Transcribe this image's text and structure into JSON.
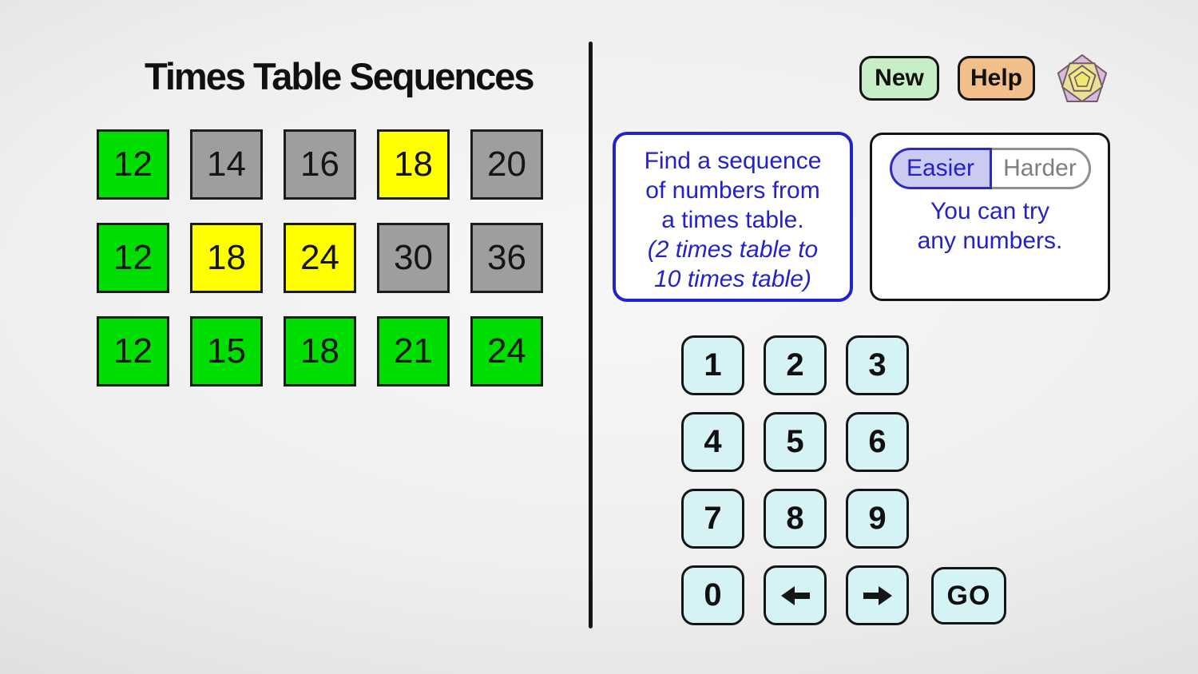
{
  "title": "Times Table Sequences",
  "header": {
    "new_label": "New",
    "help_label": "Help",
    "logo_icon": "pentagon-rosette-icon"
  },
  "board": {
    "rows": [
      [
        {
          "value": "12",
          "color": "green"
        },
        {
          "value": "14",
          "color": "gray"
        },
        {
          "value": "16",
          "color": "gray"
        },
        {
          "value": "18",
          "color": "yellow"
        },
        {
          "value": "20",
          "color": "gray"
        }
      ],
      [
        {
          "value": "12",
          "color": "green"
        },
        {
          "value": "18",
          "color": "yellow"
        },
        {
          "value": "24",
          "color": "yellow"
        },
        {
          "value": "30",
          "color": "gray"
        },
        {
          "value": "36",
          "color": "gray"
        }
      ],
      [
        {
          "value": "12",
          "color": "green"
        },
        {
          "value": "15",
          "color": "green"
        },
        {
          "value": "18",
          "color": "green"
        },
        {
          "value": "21",
          "color": "green"
        },
        {
          "value": "24",
          "color": "green"
        }
      ]
    ],
    "tile_colors": {
      "green": "#00dd00",
      "yellow": "#ffff00",
      "gray": "#9e9e9e"
    }
  },
  "instruction": {
    "line1": "Find a sequence",
    "line2": "of numbers from",
    "line3": "a times table.",
    "line4": "(2 times table to",
    "line5": "10 times table)"
  },
  "difficulty": {
    "easier_label": "Easier",
    "harder_label": "Harder",
    "selected": "Easier",
    "note_line1": "You can try",
    "note_line2": "any numbers."
  },
  "keypad": {
    "keys": [
      "1",
      "2",
      "3",
      "4",
      "5",
      "6",
      "7",
      "8",
      "9",
      "0"
    ],
    "left_arrow_icon": "left-arrow",
    "right_arrow_icon": "right-arrow",
    "go_label": "GO"
  },
  "colors": {
    "accent_blue": "#2222cc",
    "key_bg": "#d5f2f5",
    "new_button_bg": "#c8eec8",
    "help_button_bg": "#f2be89",
    "easier_bg": "#cbcbf2",
    "harder_text": "#7e7e7e"
  }
}
